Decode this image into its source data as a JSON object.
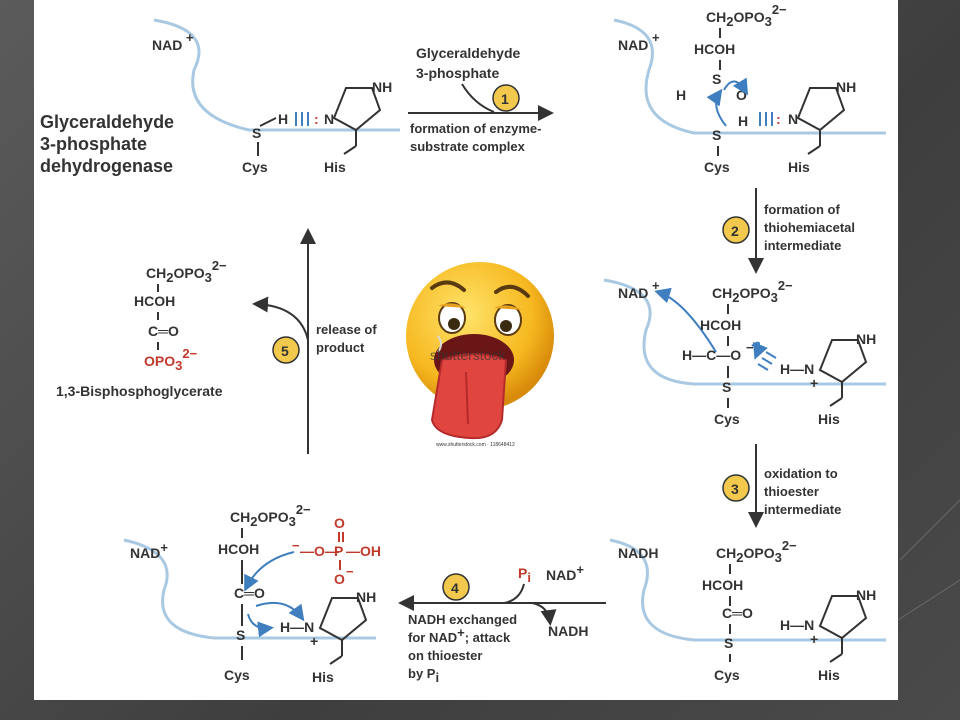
{
  "enzyme_name": [
    "Glyceraldehyde",
    "3-phosphate",
    "dehydrogenase"
  ],
  "product_name": "1,3-Bisphosphoglycerate",
  "labels": {
    "nad_plus": "NAD",
    "plus_sup": "+",
    "nadh": "NADH",
    "cys": "Cys",
    "his": "His",
    "nh": "NH",
    "n": "N",
    "s": "S",
    "h": "H",
    "pi_p": "P",
    "pi_sub": "i",
    "ch2opo3": "CH",
    "ch2_sub": "2",
    "opo3_tail": "OPO",
    "opo3_sub": "3",
    "opo3_sup": "2−",
    "hcoh": "HCOH",
    "c_eq_o": "C═O",
    "h_c_o": "H—C—O",
    "o_minus": "−",
    "h_n": "H—N",
    "plus_charge": "+",
    "phosphate_p": "P",
    "phosphate_o": "O",
    "phosphate_oh": "—OH",
    "phosphate_ominus": "O",
    "phosphate_link": "—O—",
    "red_opo3": "OPO"
  },
  "steps": [
    {
      "num": "1",
      "lines": [
        "formation of enzyme-",
        "substrate complex"
      ],
      "top": [
        "Glyceraldehyde",
        "3-phosphate"
      ]
    },
    {
      "num": "2",
      "lines": [
        "formation of",
        "thiohemiacetal",
        "intermediate"
      ]
    },
    {
      "num": "3",
      "lines": [
        "oxidation to",
        "thioester",
        "intermediate"
      ]
    },
    {
      "num": "4",
      "lines": [
        "NADH exchanged",
        "for NAD",
        "; attack",
        "on thioester",
        "by P"
      ]
    },
    {
      "num": "5",
      "lines": [
        "release of",
        "product"
      ]
    }
  ],
  "watermark": {
    "brand": "shutterstock",
    "url": "www.shutterstock.com · 118648412"
  },
  "colors": {
    "accent_circle": "#f2c94c",
    "arrow_blue": "#3f7fbf",
    "red": "#c0392b",
    "line_blue": "#a9c9e3"
  },
  "icons": [
    "emoji-face-icon"
  ]
}
